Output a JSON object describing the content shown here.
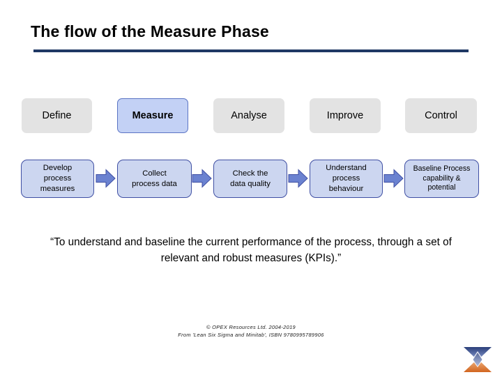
{
  "slide": {
    "title": "The flow of the Measure Phase",
    "rule_color": "#1f3864"
  },
  "phases": {
    "active_index": 1,
    "active_fill": "#c3d1f5",
    "inactive_fill": "#e3e3e3",
    "items": [
      {
        "label": "Define",
        "active": false
      },
      {
        "label": "Measure",
        "active": true
      },
      {
        "label": "Analyse",
        "active": false
      },
      {
        "label": "Improve",
        "active": false
      },
      {
        "label": "Control",
        "active": false
      }
    ]
  },
  "steps": {
    "fill": "#ccd6f0",
    "border": "#3f4fa3",
    "arrow_fill": "#6b82d0",
    "arrow_border": "#3f4fa3",
    "items": [
      {
        "label": "Develop\nprocess\nmeasures"
      },
      {
        "label": "Collect\nprocess data"
      },
      {
        "label": "Check the\ndata quality"
      },
      {
        "label": "Understand\nprocess\nbehaviour"
      },
      {
        "label": "Baseline Process\ncapability &\npotential"
      }
    ]
  },
  "quote": {
    "text": "“To understand and baseline the current performance of the process, through a set of relevant and robust measures (KPIs).”"
  },
  "footer": {
    "line1": "© OPEX Resources Ltd. 2004-2019",
    "line2": "From 'Lean Six Sigma and Minitab', ISBN 9780995789906"
  },
  "logo": {
    "name": "opex-hourglass-logo",
    "top_color": "#2f4b8f",
    "bottom_color": "#dd7a35"
  }
}
